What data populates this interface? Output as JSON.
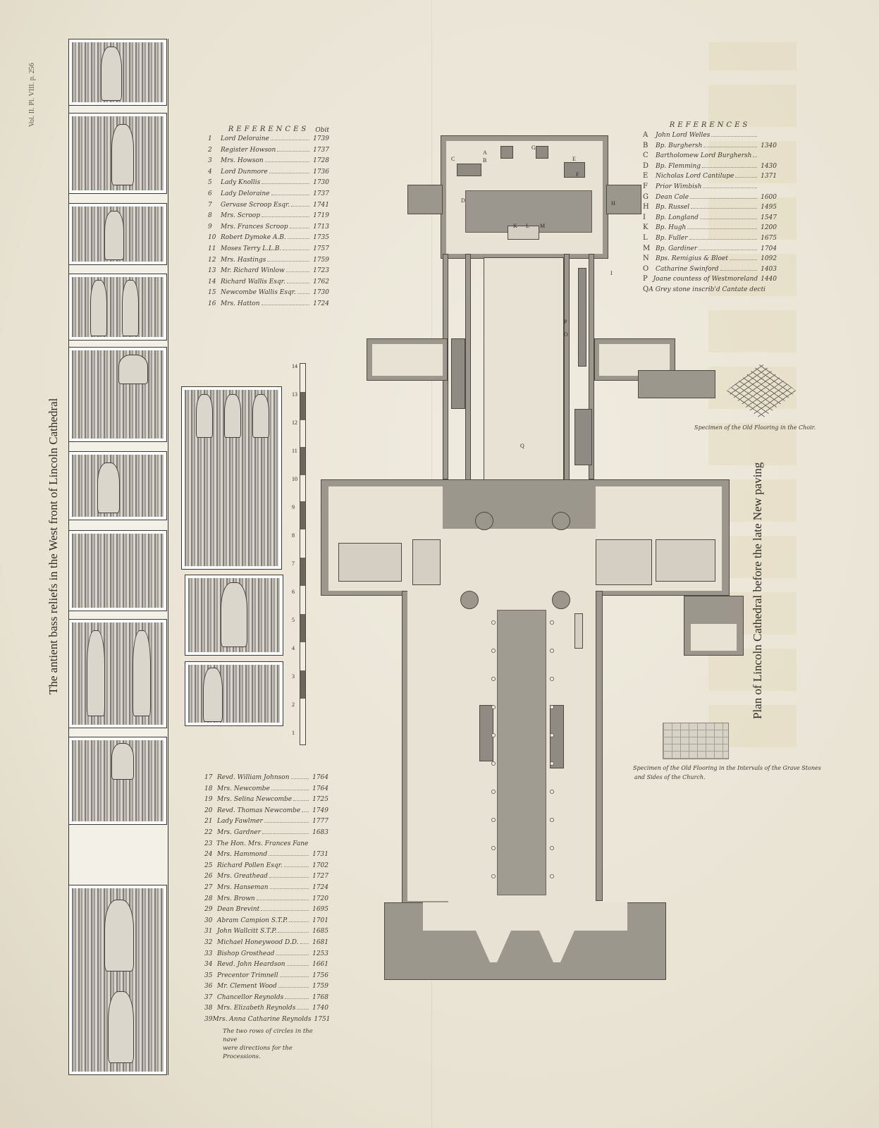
{
  "plate_mark": "Vol. II. Pl. VIII. p. 256",
  "left_title": "The antient bass reliefs in the West front of Lincoln Cathedral",
  "right_title": "Plan of Lincoln Cathedral before the late New paving",
  "references_numbered": {
    "heading": "REFERENCES",
    "obit_label": "Obit",
    "items": [
      {
        "num": "1",
        "name": "Lord Deloraine",
        "year": "1739"
      },
      {
        "num": "2",
        "name": "Register Howson",
        "year": "1737"
      },
      {
        "num": "3",
        "name": "Mrs. Howson",
        "year": "1728"
      },
      {
        "num": "4",
        "name": "Lord Dunmore",
        "year": "1736"
      },
      {
        "num": "5",
        "name": "Lady Knollis",
        "year": "1730"
      },
      {
        "num": "6",
        "name": "Lady Deloraine",
        "year": "1737"
      },
      {
        "num": "7",
        "name": "Gervase Scroop Esqr.",
        "year": "1741"
      },
      {
        "num": "8",
        "name": "Mrs. Scroop",
        "year": "1719"
      },
      {
        "num": "9",
        "name": "Mrs. Frances Scroop",
        "year": "1713"
      },
      {
        "num": "10",
        "name": "Robert Dymoke  A.B.",
        "year": "1735"
      },
      {
        "num": "11",
        "name": "Moses Terry L.L.B.",
        "year": "1757"
      },
      {
        "num": "12",
        "name": "Mrs. Hastings",
        "year": "1759"
      },
      {
        "num": "13",
        "name": "Mr. Richard Winlow",
        "year": "1723"
      },
      {
        "num": "14",
        "name": "Richard Wallis Esqr.",
        "year": "1762"
      },
      {
        "num": "15",
        "name": "Newcombe Wallis Esqr.",
        "year": "1730"
      },
      {
        "num": "16",
        "name": "Mrs. Hatton",
        "year": "1724"
      }
    ]
  },
  "references_numbered_cont": {
    "items": [
      {
        "num": "17",
        "name": "Revd. William Johnson",
        "year": "1764"
      },
      {
        "num": "18",
        "name": "Mrs. Newcombe",
        "year": "1764"
      },
      {
        "num": "19",
        "name": "Mrs. Selina Newcombe",
        "year": "1725"
      },
      {
        "num": "20",
        "name": "Revd. Thomas Newcombe",
        "year": "1749"
      },
      {
        "num": "21",
        "name": "Lady Fawlmer",
        "year": "1777"
      },
      {
        "num": "22",
        "name": "Mrs. Gardner",
        "year": "1683"
      },
      {
        "num": "23",
        "name": "The Hon. Mrs. Frances Fane",
        "year": ""
      },
      {
        "num": "24",
        "name": "Mrs. Hammond",
        "year": "1731"
      },
      {
        "num": "25",
        "name": "Richard Pollen Esqr.",
        "year": "1702"
      },
      {
        "num": "26",
        "name": "Mrs. Greathead",
        "year": "1727"
      },
      {
        "num": "27",
        "name": "Mrs. Hanseman",
        "year": "1724"
      },
      {
        "num": "28",
        "name": "Mrs. Brown",
        "year": "1720"
      },
      {
        "num": "29",
        "name": "Dean Brevint",
        "year": "1695"
      },
      {
        "num": "30",
        "name": "Abram Campion S.T.P.",
        "year": "1701"
      },
      {
        "num": "31",
        "name": "John Wallcitt S.T.P.",
        "year": "1685"
      },
      {
        "num": "32",
        "name": "Michael Honeywood D.D.",
        "year": "1681"
      },
      {
        "num": "33",
        "name": "Bishop Grosthead",
        "year": "1253"
      },
      {
        "num": "34",
        "name": "Revd. John Heardson",
        "year": "1661"
      },
      {
        "num": "35",
        "name": "Precentor Trimnell",
        "year": "1756"
      },
      {
        "num": "36",
        "name": "Mr. Clement Wood",
        "year": "1759"
      },
      {
        "num": "37",
        "name": "Chancellor Reynolds",
        "year": "1768"
      },
      {
        "num": "38",
        "name": "Mrs. Elizabeth Reynolds",
        "year": "1740"
      },
      {
        "num": "39",
        "name": "Mrs. Anna Catharine Reynolds",
        "year": "1751"
      }
    ],
    "note_line1": "The two rows of circles in the nave",
    "note_line2": "were directions for the Processions."
  },
  "references_lettered": {
    "heading": "REFERENCES",
    "items": [
      {
        "letter": "A",
        "name": "John Lord Welles",
        "year": ""
      },
      {
        "letter": "B",
        "name": "Bp. Burghersh",
        "year": "1340"
      },
      {
        "letter": "C",
        "name": "Bartholomew Lord Burghersh",
        "year": ""
      },
      {
        "letter": "D",
        "name": "Bp. Flemming",
        "year": "1430"
      },
      {
        "letter": "E",
        "name": "Nicholas Lord Cantilupe",
        "year": "1371"
      },
      {
        "letter": "F",
        "name": "Prior Wimbish",
        "year": ""
      },
      {
        "letter": "G",
        "name": "Dean Cole",
        "year": "1600"
      },
      {
        "letter": "H",
        "name": "Bp. Russel",
        "year": "1495"
      },
      {
        "letter": "I",
        "name": "Bp. Longland",
        "year": "1547"
      },
      {
        "letter": "K",
        "name": "Bp. Hugh",
        "year": "1200"
      },
      {
        "letter": "L",
        "name": "Bp. Fuller",
        "year": "1675"
      },
      {
        "letter": "M",
        "name": "Bp. Gardiner",
        "year": "1704"
      },
      {
        "letter": "N",
        "name": "Bps. Remigius & Bloet",
        "year": "1092"
      },
      {
        "letter": "O",
        "name": "Catharine Swinford",
        "year": "1403"
      },
      {
        "letter": "P",
        "name": "Joane countess of Westmoreland",
        "year": "1440"
      },
      {
        "letter": "Q",
        "name": "A Grey stone inscrib'd Cantate decti",
        "year": ""
      }
    ]
  },
  "captions": {
    "choir_flooring": "Specimen of the Old Flooring in the Choir.",
    "old_flooring_line1": "Specimen of the Old Flooring in the Intervals of the Grave Stones",
    "old_flooring_line2": "and Sides of the Church."
  },
  "scale": {
    "ticks": [
      "14",
      "13",
      "12",
      "11",
      "10",
      "9",
      "8",
      "7",
      "6",
      "5",
      "4",
      "3",
      "2",
      "1"
    ]
  },
  "plan_labels": {
    "A": "A",
    "B": "B",
    "C": "C",
    "D": "D",
    "E": "E",
    "F": "F",
    "G": "G",
    "H": "H",
    "I": "I",
    "K": "K",
    "L": "L",
    "M": "M",
    "O": "O",
    "P": "P",
    "Q": "Q"
  }
}
